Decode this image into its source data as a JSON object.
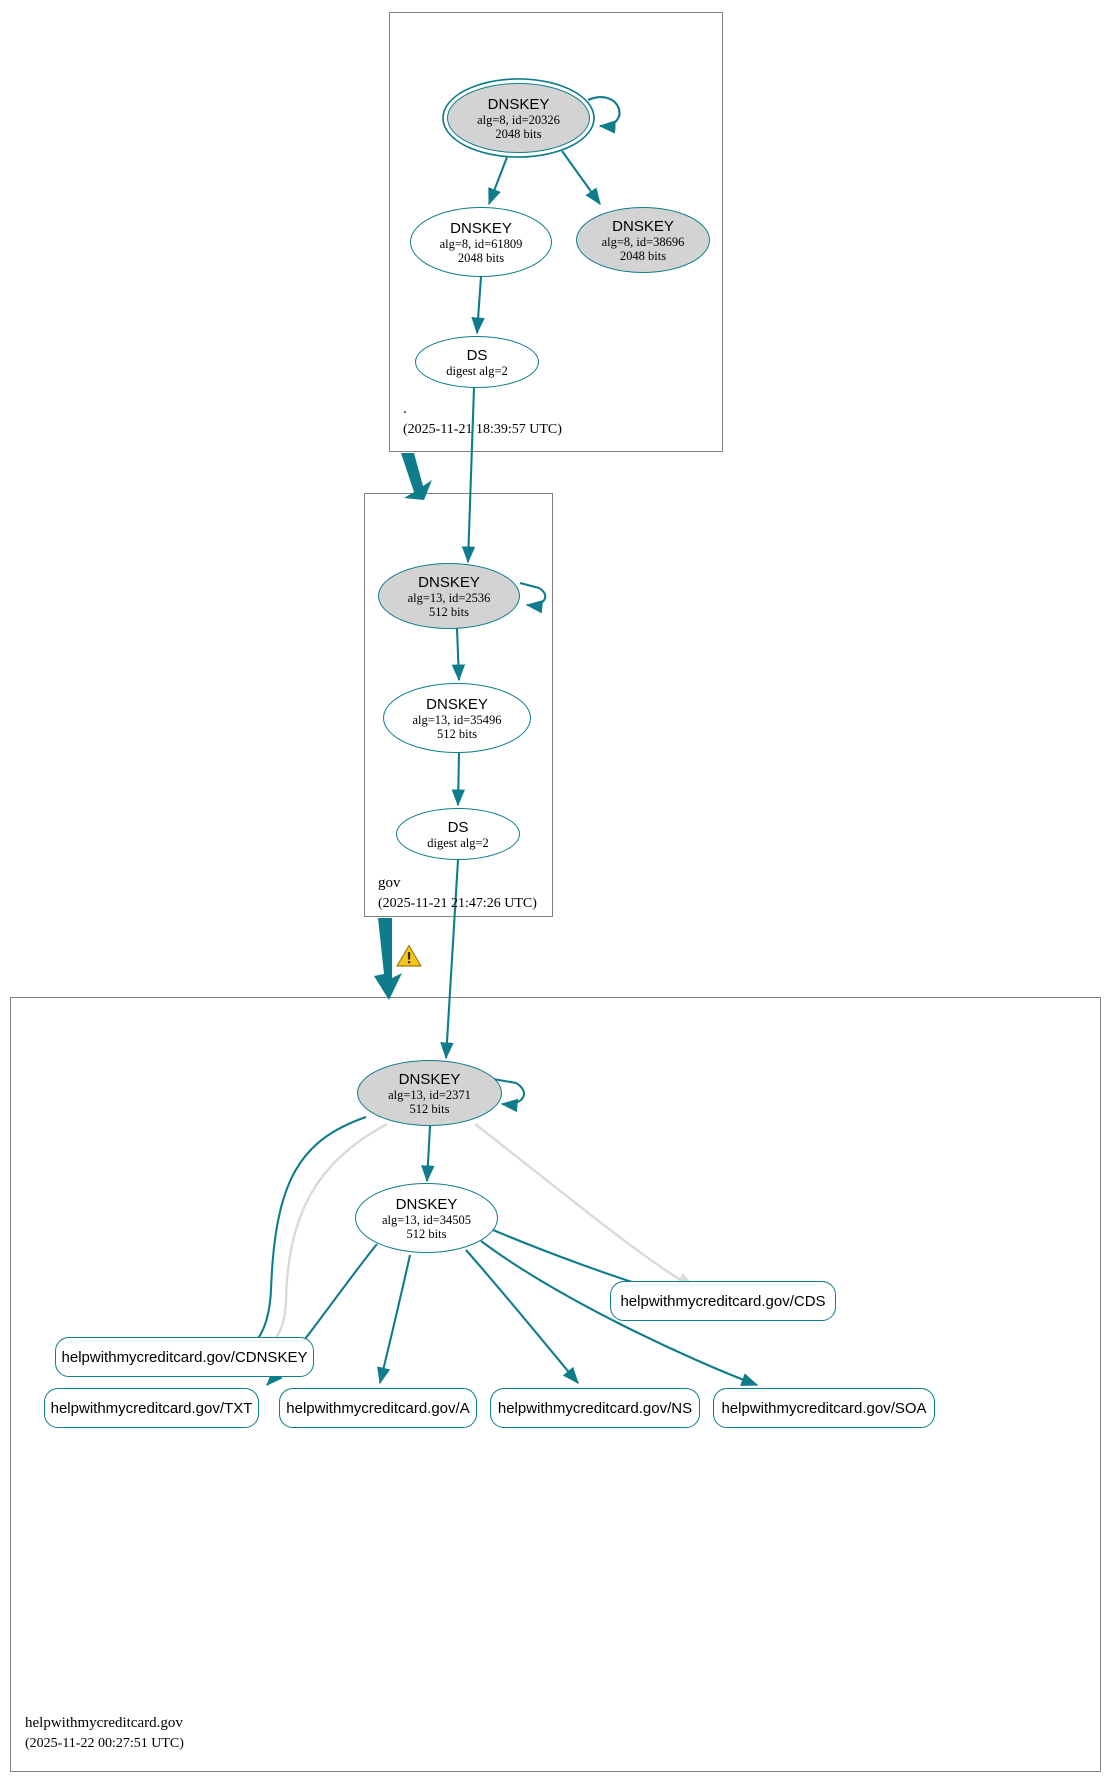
{
  "diagram": {
    "type": "dnssec-authentication-chain",
    "colors": {
      "edge": "#0f7c8c",
      "node_stroke": "#0f7c8c",
      "sep_fill": "#d3d3d3",
      "plain_fill": "#ffffff",
      "zone_border": "#808080",
      "insecure_edge": "#d9d9d9",
      "warning": "#f5c518"
    }
  },
  "zones": [
    {
      "id": "root",
      "label": ".",
      "timestamp": "(2025-11-21 18:39:57 UTC)"
    },
    {
      "id": "gov",
      "label": "gov",
      "timestamp": "(2025-11-21 21:47:26 UTC)"
    },
    {
      "id": "helpwithmycreditcard",
      "label": "helpwithmycreditcard.gov",
      "timestamp": "(2025-11-22 00:27:51 UTC)"
    }
  ],
  "nodes": {
    "root_ksk": {
      "type": "DNSKEY",
      "title": "DNSKEY",
      "line2": "alg=8, id=20326",
      "line3": "2048 bits",
      "alg": 8,
      "key_id": 20326,
      "bits": 2048,
      "sep": true,
      "trust_anchor": true
    },
    "root_zsk": {
      "type": "DNSKEY",
      "title": "DNSKEY",
      "line2": "alg=8, id=61809",
      "line3": "2048 bits",
      "alg": 8,
      "key_id": 61809,
      "bits": 2048,
      "sep": false,
      "trust_anchor": false
    },
    "root_alt": {
      "type": "DNSKEY",
      "title": "DNSKEY",
      "line2": "alg=8, id=38696",
      "line3": "2048 bits",
      "alg": 8,
      "key_id": 38696,
      "bits": 2048,
      "sep": true,
      "trust_anchor": false
    },
    "root_ds": {
      "type": "DS",
      "title": "DS",
      "line2": "digest alg=2",
      "digest_alg": 2
    },
    "gov_ksk": {
      "type": "DNSKEY",
      "title": "DNSKEY",
      "line2": "alg=13, id=2536",
      "line3": "512 bits",
      "alg": 13,
      "key_id": 2536,
      "bits": 512,
      "sep": true
    },
    "gov_zsk": {
      "type": "DNSKEY",
      "title": "DNSKEY",
      "line2": "alg=13, id=35496",
      "line3": "512 bits",
      "alg": 13,
      "key_id": 35496,
      "bits": 512,
      "sep": false
    },
    "gov_ds": {
      "type": "DS",
      "title": "DS",
      "line2": "digest alg=2",
      "digest_alg": 2
    },
    "hw_ksk": {
      "type": "DNSKEY",
      "title": "DNSKEY",
      "line2": "alg=13, id=2371",
      "line3": "512 bits",
      "alg": 13,
      "key_id": 2371,
      "bits": 512,
      "sep": true
    },
    "hw_zsk": {
      "type": "DNSKEY",
      "title": "DNSKEY",
      "line2": "alg=13, id=34505",
      "line3": "512 bits",
      "alg": 13,
      "key_id": 34505,
      "bits": 512,
      "sep": false
    }
  },
  "rrsets": [
    {
      "id": "cds",
      "label": "helpwithmycreditcard.gov/CDS"
    },
    {
      "id": "cdnskey",
      "label": "helpwithmycreditcard.gov/CDNSKEY"
    },
    {
      "id": "txt",
      "label": "helpwithmycreditcard.gov/TXT"
    },
    {
      "id": "a",
      "label": "helpwithmycreditcard.gov/A"
    },
    {
      "id": "ns",
      "label": "helpwithmycreditcard.gov/NS"
    },
    {
      "id": "soa",
      "label": "helpwithmycreditcard.gov/SOA"
    }
  ],
  "warning": {
    "symbol": "!",
    "name": "warning-triangle"
  }
}
